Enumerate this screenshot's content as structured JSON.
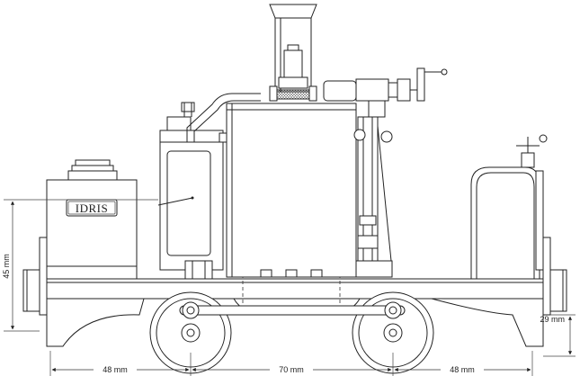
{
  "nameplate": "IDRIS",
  "dimensions": {
    "front_overhang": "48 mm",
    "wheelbase": "70 mm",
    "rear_overhang": "48 mm",
    "body_height": "45 mm",
    "buffer_height": "29 mm"
  }
}
